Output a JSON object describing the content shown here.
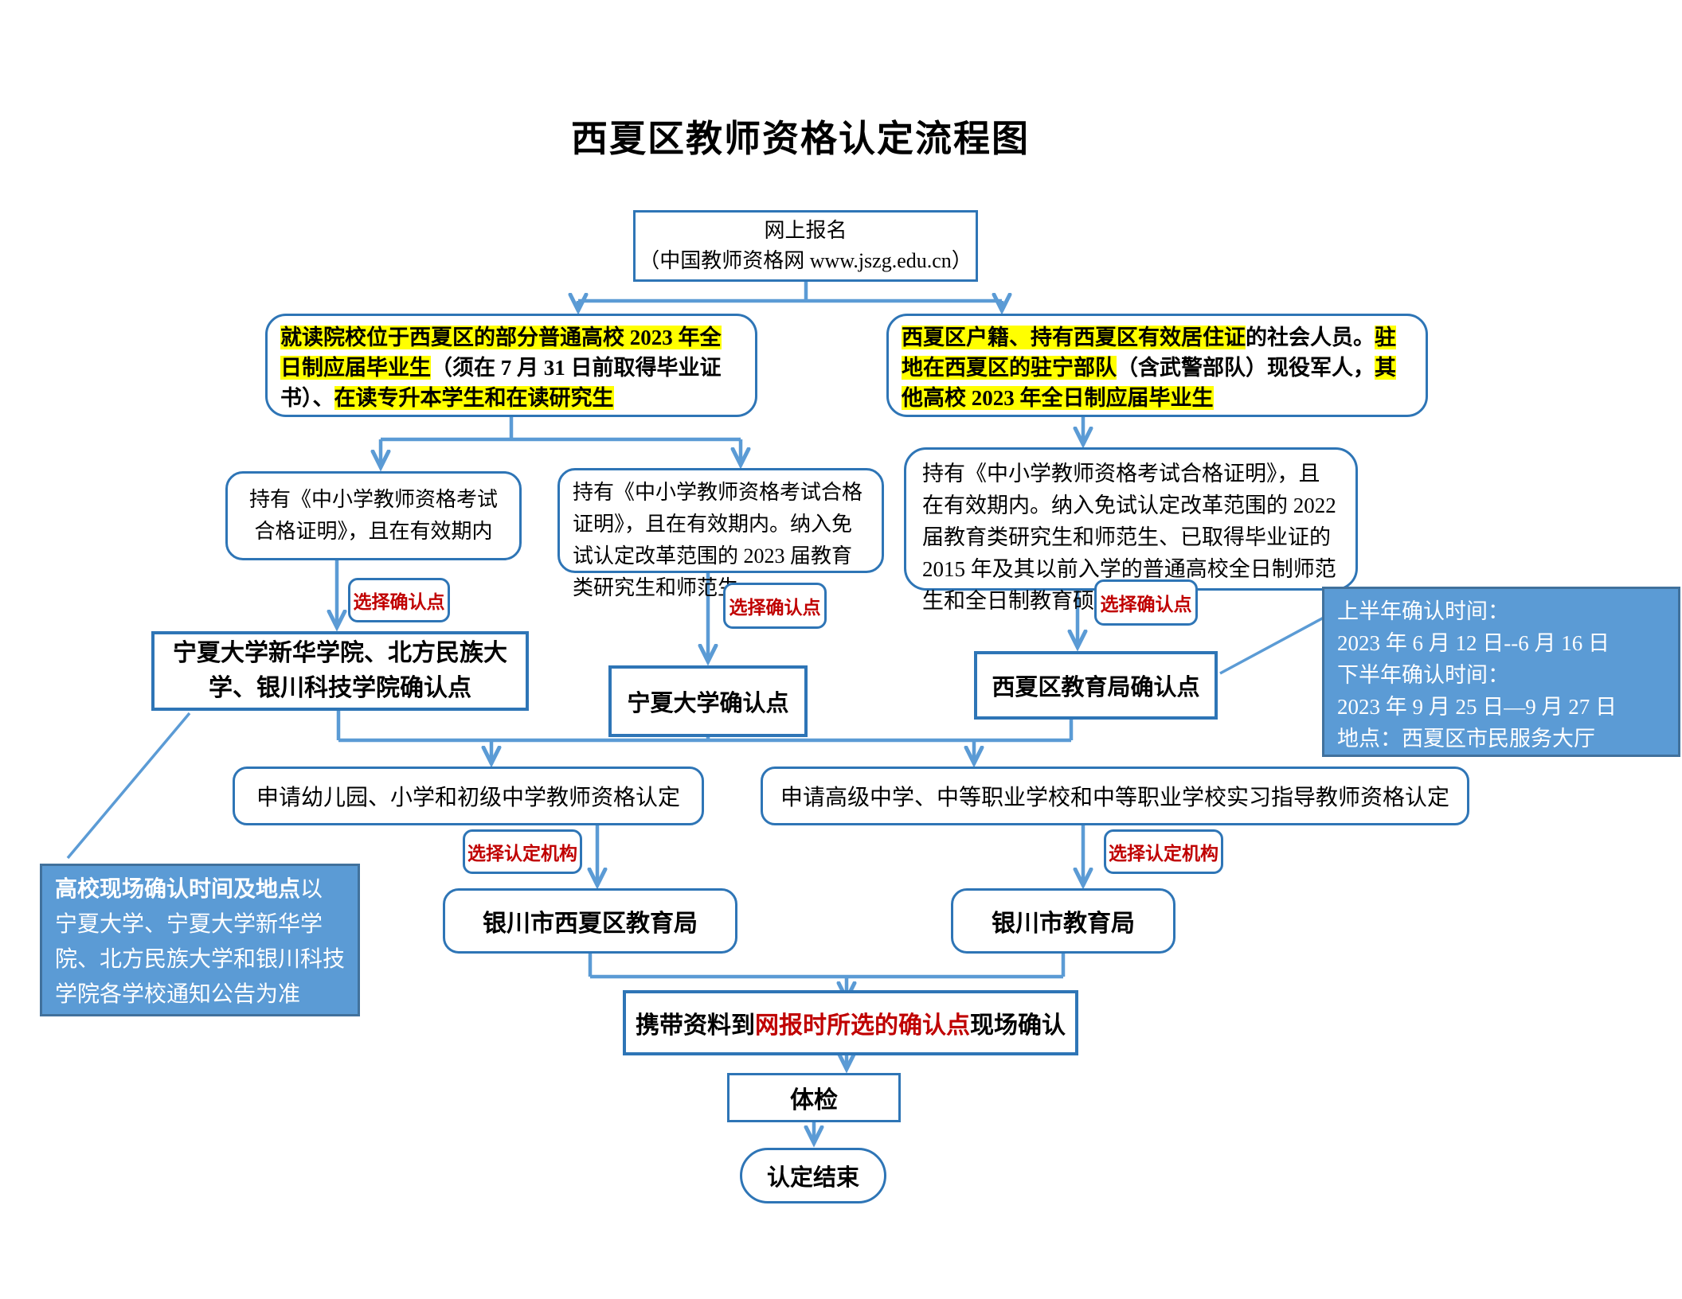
{
  "title": "西夏区教师资格认定流程图",
  "colors": {
    "line": "#5B9BD5",
    "border": "#2E75B6",
    "highlight": "#FFFF00",
    "label_red": "#C00000",
    "note_fill": "#5B9BD5"
  },
  "nodes": {
    "signup": {
      "line1": "网上报名",
      "line2": "（中国教师资格网 www.jszg.edu.cn）"
    },
    "left_candidates": {
      "seg1": "就读院校位于西夏区的部分普通高校 2023 年全日制应届毕业生",
      "seg2": "（须在 7 月 31 日前取得毕业证书）、",
      "seg3": "在读专升本学生和在读研究生"
    },
    "right_candidates": {
      "seg1": "西夏区户籍、持有西夏区有效居住证",
      "seg2": "的社会人员。",
      "seg3": "驻地在西夏区的驻宁部队",
      "seg4": "（含武警部队）现役军人，",
      "seg5": "其他高校 2023 年全日制应届毕业生"
    },
    "cert_left": "持有《中小学教师资格考试合格证明》，且在有效期内",
    "cert_mid": "持有《中小学教师资格考试合格证明》，且在有效期内。纳入免试认定改革范围的 2023 届教育类研究生和师范生",
    "cert_right": "持有《中小学教师资格考试合格证明》，且在有效期内。纳入免试认定改革范围的 2022 届教育类研究生和师范生、已取得毕业证的 2015 年及其以前入学的普通高校全日制师范生和全日制教育硕士",
    "confirm_colleges": "宁夏大学新华学院、北方民族大学、银川科技学院确认点",
    "confirm_nxu": "宁夏大学确认点",
    "confirm_edu_bureau": "西夏区教育局确认点",
    "apply_primary": "申请幼儿园、小学和初级中学教师资格认定",
    "apply_secondary": "申请高级中学、中等职业学校和中等职业学校实习指导教师资格认定",
    "bureau_xixia": "银川市西夏区教育局",
    "bureau_yinchuan": "银川市教育局",
    "onsite": {
      "seg1": "携带资料到",
      "seg2": "网报时所选的确认点",
      "seg3": "现场确认"
    },
    "physical": "体检",
    "end": "认定结束"
  },
  "labels": {
    "choose_point": "选择确认点",
    "choose_org": "选择认定机构"
  },
  "notes": {
    "time_note": {
      "lines": [
        "上半年确认时间：",
        "2023 年 6 月 12 日--6 月 16 日",
        "下半年确认时间：",
        "2023 年 9 月 25 日—9 月 27 日",
        "地点：西夏区市民服务大厅"
      ]
    },
    "college_note": {
      "bold": "高校现场确认时间及地点",
      "rest": "以宁夏大学、宁夏大学新华学院、北方民族大学和银川科技学院各学校通知公告为准"
    }
  }
}
